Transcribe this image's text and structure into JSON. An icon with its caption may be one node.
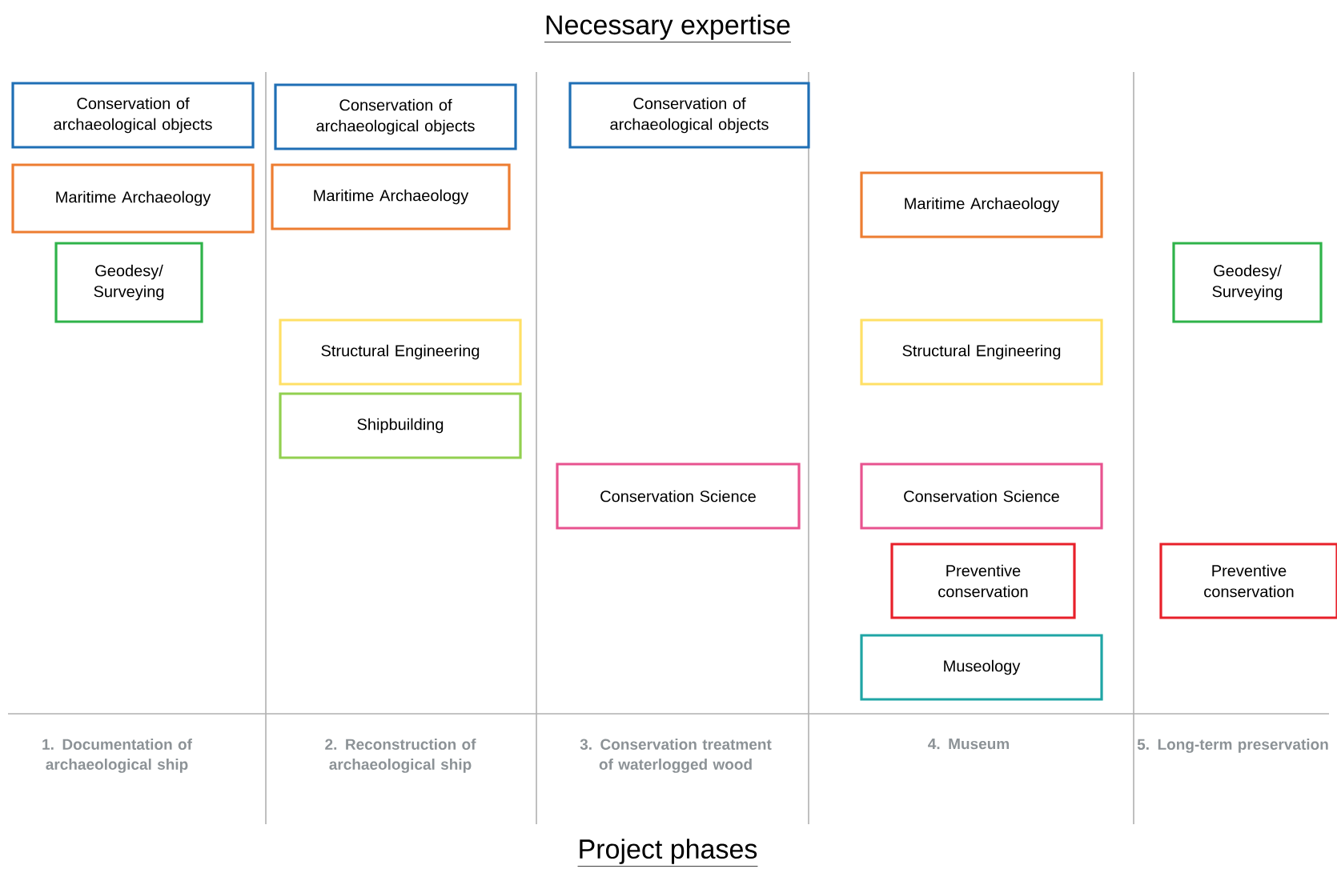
{
  "diagram": {
    "title": "Necessary expertise",
    "caption": "Project phases",
    "nodes": [
      {
        "text": [
          "Conservation of archaeological objects"
        ]
      },
      {
        "text": [
          "Maritime Archaeology"
        ]
      },
      {
        "text": [
          "Geodesy/ Surveying"
        ]
      },
      {
        "text": [
          "Conservation of archaeological objects"
        ]
      },
      {
        "text": [
          "Maritime Archaeology"
        ]
      },
      {
        "text": [
          "Structural Engineering"
        ]
      },
      {
        "text": [
          "Shipbuilding"
        ]
      },
      {
        "text": [
          "Conservation of archaeological objects"
        ]
      },
      {
        "text": [
          "Conservation Science"
        ]
      },
      {
        "text": [
          "Maritime Archaeology"
        ]
      },
      {
        "text": [
          "Structural Engineering"
        ]
      },
      {
        "text": [
          "Conservation Science"
        ]
      },
      {
        "text": [
          "Preventive conservation"
        ]
      },
      {
        "text": [
          "Museology"
        ]
      },
      {
        "text": [
          "Geodesy/ Surveying"
        ]
      },
      {
        "text": [
          "Preventive conservation"
        ]
      }
    ],
    "labels": [
      "1. Documentation of archaeological ship",
      "2. Reconstruction of archaeological ship",
      "3. Conservation treatment of waterlogged wood",
      "4. Museum",
      "5. Long-term preservation"
    ]
  }
}
